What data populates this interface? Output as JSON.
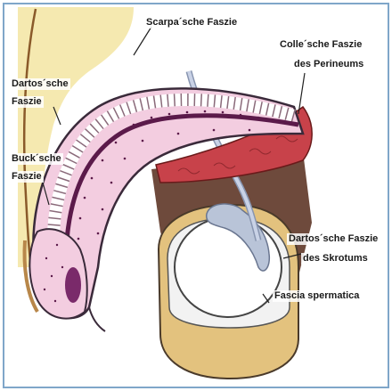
{
  "labels": {
    "scarpa": "Scarpa´sche Faszie",
    "colles_line1": "Colle´sche Faszie",
    "colles_line2": "des Perineums",
    "dartos_penis_line1": "Dartos´sche",
    "dartos_penis_line2": "Faszie",
    "buck_line1": "Buck´sche",
    "buck_line2": "Faszie",
    "dartos_scrotum_line1": "Dartos´sche Faszie",
    "dartos_scrotum_line2": "des Skrotums",
    "spermatic": "Fascia spermatica"
  },
  "colors": {
    "frame": "#7fa6c9",
    "fat_yellow": "#f5e9b0",
    "skin_pink": "#f3cde0",
    "skin_outline": "#3a2a3a",
    "dark_purple": "#5b1a4a",
    "muscle_red": "#c8424a",
    "brown_space": "#6e4a3c",
    "scrotum_tan": "#e3c27e",
    "testis_white": "#ffffff",
    "epididymis": "#b9c4d8"
  }
}
